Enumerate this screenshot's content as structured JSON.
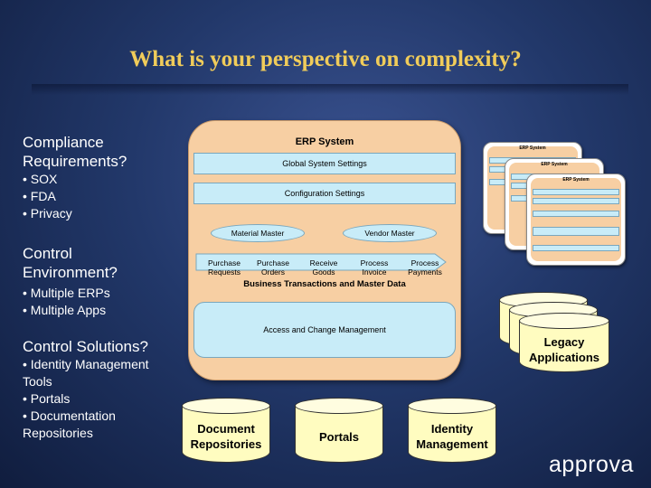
{
  "title": "What is your perspective on complexity?",
  "left": {
    "compliance": {
      "heading_1": "Compliance",
      "heading_2": "Requirements?",
      "items": [
        "SOX",
        "FDA",
        "Privacy"
      ]
    },
    "control_env": {
      "heading_1": "Control",
      "heading_2": "Environment?",
      "items": [
        "Multiple ERPs",
        "Multiple Apps"
      ]
    },
    "control_sol": {
      "heading": "Control Solutions?",
      "line1": "• Identity Management",
      "line2": "Tools",
      "line3": "• Portals",
      "line4": "• Documentation",
      "line5": "Repositories"
    }
  },
  "erp": {
    "title": "ERP System",
    "global_settings": "Global System Settings",
    "config_settings": "Configuration Settings",
    "material_master": "Material Master",
    "vendor_master": "Vendor Master",
    "processes": [
      {
        "l1": "Purchase",
        "l2": "Requests"
      },
      {
        "l1": "Purchase",
        "l2": "Orders"
      },
      {
        "l1": "Receive",
        "l2": "Goods"
      },
      {
        "l1": "Process",
        "l2": "Invoice"
      },
      {
        "l1": "Process",
        "l2": "Payments"
      }
    ],
    "business_tx": "Business Transactions and Master Data",
    "access_mgmt": "Access and Change Management"
  },
  "mini_erp_title": "ERP System",
  "legacy": {
    "l1": "Legacy",
    "l2": "Applications"
  },
  "cylinders": [
    {
      "l1": "Document",
      "l2": "Repositories"
    },
    {
      "l1": "Portals",
      "l2": ""
    },
    {
      "l1": "Identity",
      "l2": "Management"
    }
  ],
  "logo": "approva"
}
